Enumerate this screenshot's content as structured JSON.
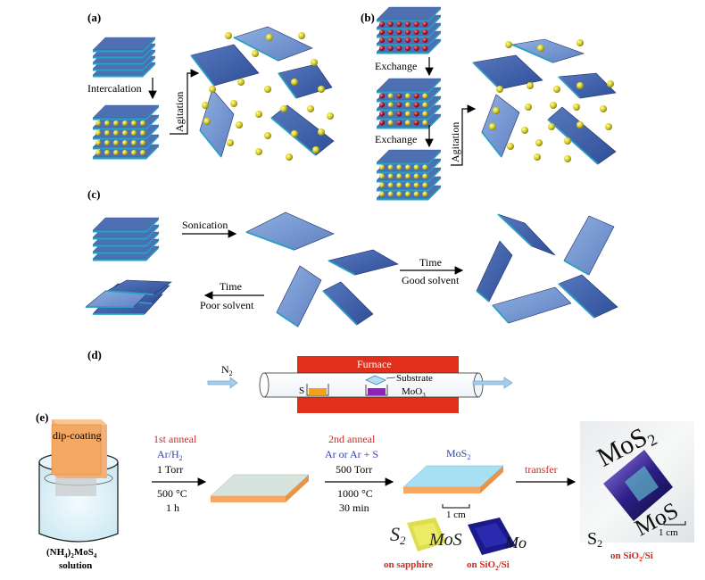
{
  "panels": {
    "a": {
      "tag": "(a)",
      "intercalation": "Intercalation",
      "agitation": "Agitation"
    },
    "b": {
      "tag": "(b)",
      "exchange_1": "Exchange",
      "exchange_2": "Exchange",
      "agitation": "Agitation"
    },
    "c": {
      "tag": "(c)",
      "sonication": "Sonication",
      "time_good": "Time",
      "good_solvent": "Good solvent",
      "time_poor": "Time",
      "poor_solvent": "Poor solvent"
    },
    "d": {
      "tag": "(d)",
      "gas": "N",
      "gas_sub": "2",
      "furnace": "Furnace",
      "substrate": "Substrate",
      "s_label": "S",
      "precursor": "MoO",
      "precursor_sub": "3"
    },
    "e": {
      "tag": "(e)",
      "dip_coating": "dip-coating",
      "solution_pre": "(NH",
      "solution_sub4": "4",
      "solution_mid": ")",
      "solution_sub2": "2",
      "solution_post": "MoS",
      "solution_sub4b": "4",
      "solution_word": "solution",
      "anneal1_title": "1st anneal",
      "anneal1_gas": "Ar/H",
      "anneal1_gas_sub": "2",
      "anneal1_pressure": "1 Torr",
      "anneal1_temp": "500 °C",
      "anneal1_time": "1 h",
      "anneal2_title": "2nd anneal",
      "anneal2_gas": "Ar or Ar + S",
      "anneal2_pressure": "500 Torr",
      "anneal2_temp": "1000 °C",
      "anneal2_time": "30 min",
      "film_label": "MoS",
      "film_sub": "2",
      "scale_1": "1 cm",
      "photo_sapphire_text": "S",
      "photo_sapphire_sub": "2",
      "photo_sapphire_text2": "MoS",
      "photo_si_text": "Mo",
      "caption_sapphire": "on sapphire",
      "caption_si_pre": "on SiO",
      "caption_si_sub": "2",
      "caption_si_post": "/Si",
      "transfer": "transfer",
      "photo_big_text1": "MoS",
      "photo_big_sub1": "2",
      "photo_big_text2": "MoS",
      "photo_big_text3": "S",
      "photo_big_sub3": "2",
      "scale_2": "1 cm",
      "caption_big_pre": "on SiO",
      "caption_big_sub": "2",
      "caption_big_post": "/Si"
    }
  },
  "colors": {
    "layer_top": "#4f6fb3",
    "layer_edge": "#2a9fc4",
    "flake": "#7a9bd3",
    "flake_dark": "#3d5ea8",
    "ball": "#c9c21a",
    "red_ball": "#b0152a",
    "furnace": "#e0301c",
    "arrow_blue": "#a8cde8",
    "film_orange": "#f4a862",
    "film_top_grey": "#d6e4dd",
    "film_top_blue": "#a9dff2",
    "red_text": "#d42a1f",
    "blue_text": "#3344aa"
  }
}
